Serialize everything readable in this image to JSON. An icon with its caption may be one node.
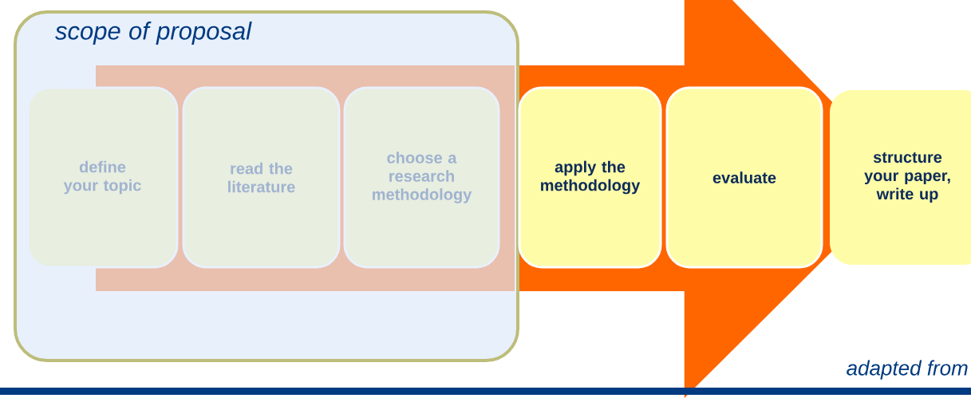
{
  "diagram": {
    "nodes": [
      {
        "text": [
          "scope of proposal"
        ]
      },
      {
        "text": [
          "define your topic"
        ],
        "in": 0
      },
      {
        "text": [
          "read the literature"
        ],
        "in": 0
      },
      {
        "text": [
          "choose a research methodology"
        ],
        "in": 0
      },
      {
        "text": [
          "apply the methodology"
        ]
      },
      {
        "text": [
          "evaluate"
        ]
      },
      {
        "text": [
          "structure your paper, write up"
        ]
      }
    ],
    "edges": [
      {
        "from": 1,
        "to": 6,
        "arrow": "to"
      }
    ],
    "labels": [
      "adapted from"
    ]
  }
}
